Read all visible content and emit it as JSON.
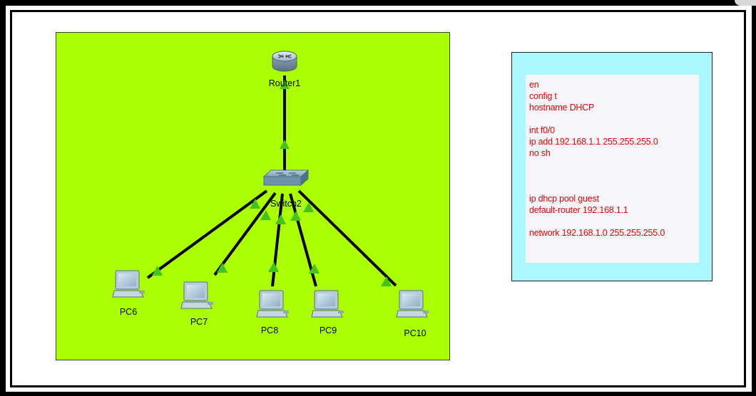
{
  "devices": {
    "router": "Router1",
    "switch": "Switch2",
    "pcs": [
      "PC6",
      "PC7",
      "PC8",
      "PC9",
      "PC10"
    ]
  },
  "cli_commands": [
    "en",
    "config t",
    "hostname DHCP",
    "",
    "int f0/0",
    "ip add 192.168.1.1 255.255.255.0",
    "no sh",
    "",
    "",
    "",
    "ip dhcp pool guest",
    "default-router 192.168.1.1",
    "",
    "network 192.168.1.0 255.255.255.0"
  ],
  "colors": {
    "topology_bg": "#aaff00",
    "note_bg": "#aaf7ff",
    "note_panel": "#f6f6fa",
    "cli_text": "#ee0000",
    "link_up": "#44c21e",
    "link": "#000000"
  },
  "icons": {
    "router": "router-icon",
    "switch": "switch-icon",
    "pc": "pc-icon"
  }
}
